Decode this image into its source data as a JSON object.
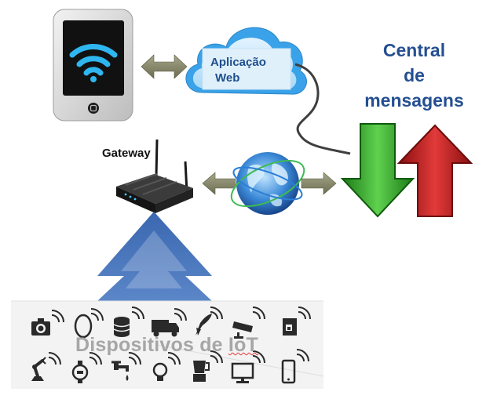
{
  "diagram": {
    "cloud_label_line1": "Aplicação",
    "cloud_label_line2": "Web",
    "central_line1": "Central",
    "central_line2": "de",
    "central_line3": "mensagens",
    "gateway_label": "Gateway",
    "devices_title_part1": "Dispositivos de ",
    "devices_title_part2": "IoT",
    "colors": {
      "title_blue": "#244f91",
      "arrow_down_green": "#2fa52a",
      "arrow_up_red": "#c21a1a",
      "connector_arrow": "#8a8a6a",
      "upload_arrow_blue": "#3a67b0"
    },
    "device_icons_row1": [
      "camera-icon",
      "watch-icon",
      "database-icon",
      "truck-icon",
      "rocket-icon",
      "security-camera-icon",
      "coffee-machine-icon"
    ],
    "device_icons_row2": [
      "robot-arm-icon",
      "smartwatch-icon",
      "faucet-icon",
      "light-bulb-icon",
      "blender-icon",
      "monitor-icon",
      "smartphone-icon"
    ]
  }
}
